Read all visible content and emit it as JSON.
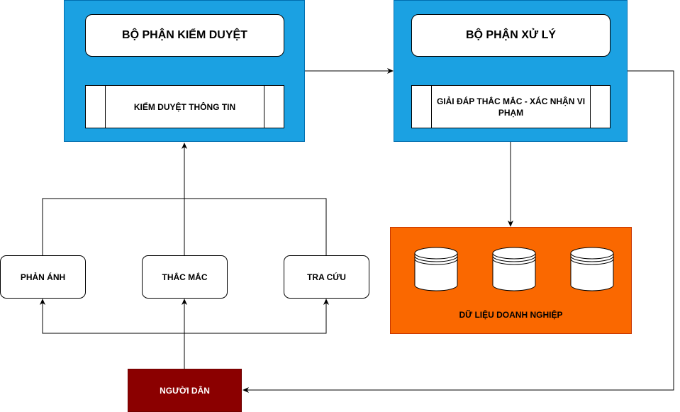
{
  "moderation": {
    "header": "BỘ PHẬN KIỂM DUYỆT",
    "process": "KIỂM DUYỆT THÔNG TIN"
  },
  "processing": {
    "header": "BỘ PHẬN XỬ LÝ",
    "process": "GIẢI ĐÁP THẮC MẮC - XÁC NHẬN VI PHẠM"
  },
  "enterprise_data": {
    "label": "DỮ LIỆU DOANH NGHIỆP"
  },
  "requests": [
    {
      "label": "PHẢN ÁNH"
    },
    {
      "label": "THẮC MẮC"
    },
    {
      "label": "TRA CỨU"
    }
  ],
  "citizen": {
    "label": "NGƯỜI DÂN"
  },
  "colors": {
    "panel_blue": "#1ba1e2",
    "panel_orange": "#fa6800",
    "citizen_red": "#8b0000"
  }
}
